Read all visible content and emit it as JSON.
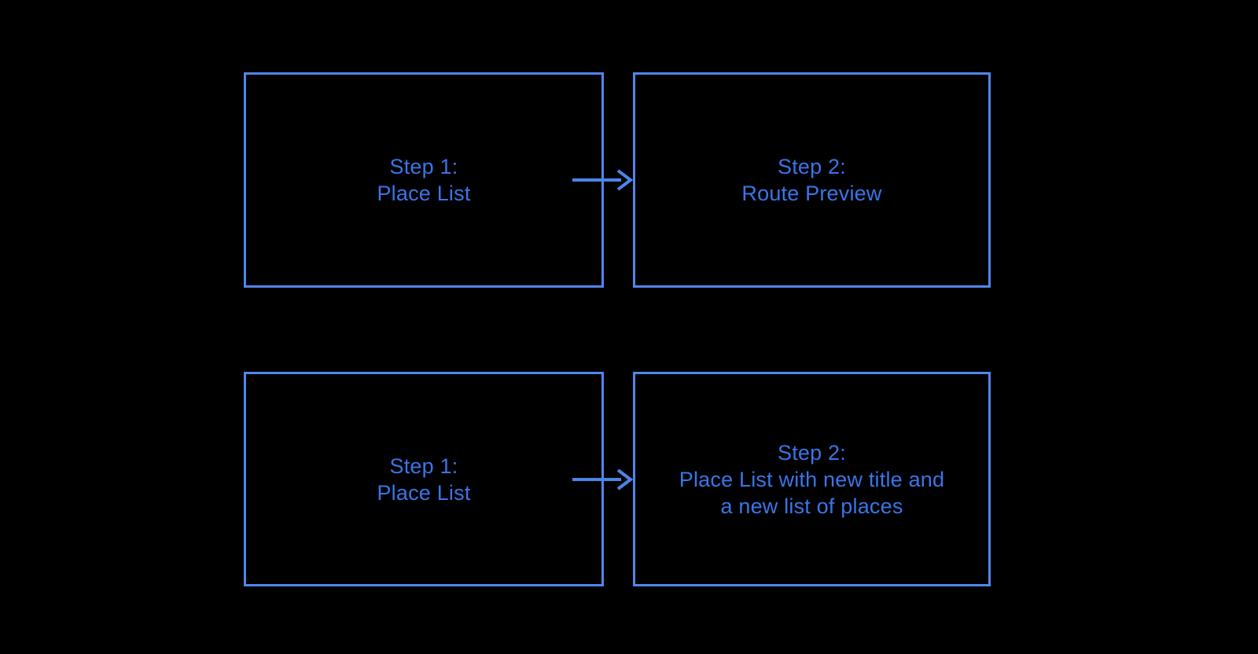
{
  "colors": {
    "background": "#000000",
    "box_border": "#5186ec",
    "text": "#3a75e9",
    "arrow": "#4a86e8"
  },
  "boxes": {
    "step1_top": {
      "lines": [
        "Step 1:",
        "Place List"
      ]
    },
    "step2_top": {
      "lines": [
        "Step 2:",
        "Route Preview"
      ]
    },
    "step1_bottom": {
      "lines": [
        "Step 1:",
        "Place List"
      ]
    },
    "step2_bottom": {
      "lines": [
        "Step 2:",
        "Place List with new title and",
        "a new list of places"
      ]
    }
  }
}
